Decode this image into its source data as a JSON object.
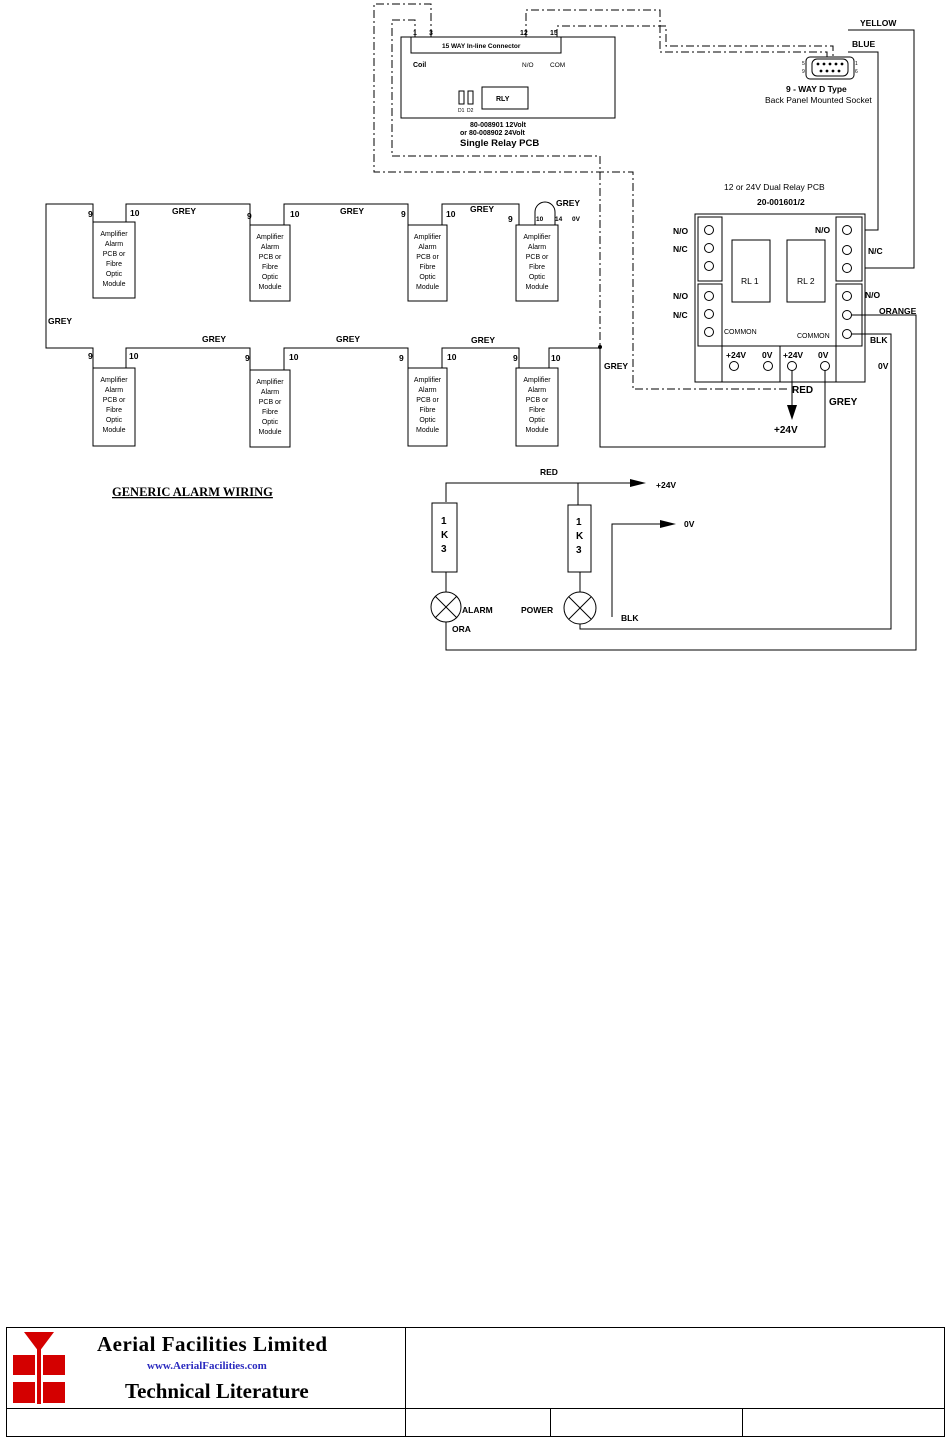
{
  "diagram_title": "GENERIC ALARM WIRING",
  "module_text": [
    "Amplifier",
    "Alarm",
    "PCB or",
    "Fibre",
    "Optic",
    "Module"
  ],
  "module_pin_9": "9",
  "module_pin_10": "10",
  "module_pin_14": "14",
  "module_pin_0v": "0V",
  "wire_grey": "GREY",
  "wire_yellow": "YELLOW",
  "wire_blue": "BLUE",
  "wire_orange": "ORANGE",
  "wire_blk": "BLK",
  "wire_0v": "0V",
  "wire_red": "RED",
  "wire_ora": "ORA",
  "single_relay": {
    "pin_1": "1",
    "pin_3": "3",
    "pin_12": "12",
    "pin_15": "15",
    "connector": "15 WAY In-line Connector",
    "coil": "Coil",
    "no": "N/O",
    "com": "COM",
    "rly": "RLY",
    "d1": "D1",
    "d2": "D2",
    "part_12v": "80-008901 12Volt",
    "part_24v": "or 80-008902 24Volt",
    "title": "Single Relay PCB"
  },
  "d_socket": {
    "pin_5": "5",
    "pin_1": "1",
    "pin_9": "9",
    "pin_6": "6",
    "title": "9 - WAY D Type",
    "subtitle": "Back Panel Mounted Socket"
  },
  "dual_relay": {
    "title": "12 or 24V Dual Relay PCB",
    "part": "20-001601/2",
    "no": "N/O",
    "nc": "N/C",
    "common": "COMMON",
    "rl1": "RL 1",
    "rl2": "RL 2",
    "plus24": "+24V",
    "zero": "0V"
  },
  "supply_24v": "+24V",
  "supply_0v": "0V",
  "resistor_chars": [
    "1",
    "K",
    "3"
  ],
  "lamp_alarm": "ALARM",
  "lamp_power": "POWER",
  "footer": {
    "company": "Aerial  Facilities  Limited",
    "url": "www.AerialFacilities.com",
    "tagline": "Technical Literature"
  }
}
